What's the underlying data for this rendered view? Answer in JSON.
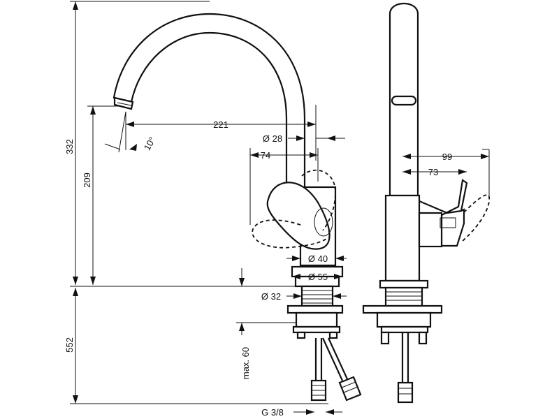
{
  "drawing": {
    "dimensions": {
      "total_height": "332",
      "spout_height": "209",
      "below_deck": "552",
      "reach": "221",
      "spout_angle": "10°",
      "spout_dia": "Ø 28",
      "lever_offset": "74",
      "base_dia_40": "Ø 40",
      "base_dia_55": "Ø 55",
      "thread_dia": "Ø 32",
      "max_deck": "max. 60",
      "connection": "G 3/8",
      "side_depth": "99",
      "side_lever": "73"
    }
  }
}
